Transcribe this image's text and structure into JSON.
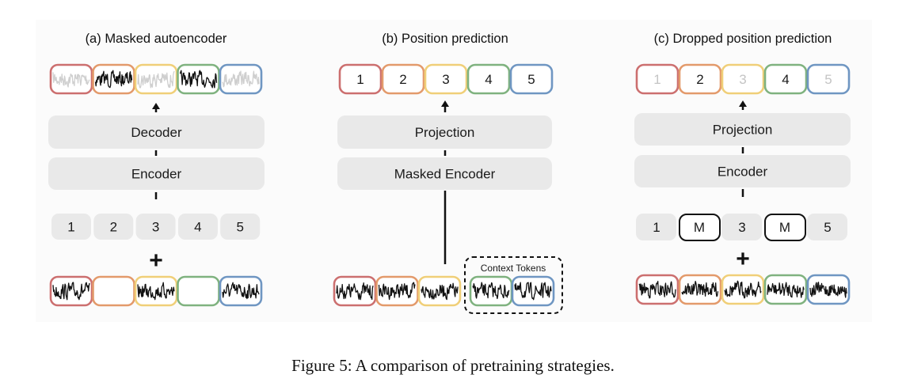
{
  "colors": {
    "token_borders": [
      "#cc6f6f",
      "#e39a6b",
      "#f0cf78",
      "#7fb27f",
      "#6f96c2"
    ],
    "block_fill": "#e9e9e9",
    "signal_black": "#111111",
    "signal_gray": "#cfcfcf",
    "faded_text": "#c4c4c4"
  },
  "panels": [
    {
      "title": "(a) Masked autoencoder",
      "output_row": {
        "signals": [
          "gray",
          "black",
          "gray",
          "black",
          "gray"
        ]
      },
      "blocks": [
        "Decoder",
        "Encoder"
      ],
      "position_row": [
        "1",
        "2",
        "3",
        "4",
        "5"
      ],
      "plus": "+",
      "input_row": {
        "signals": [
          "black",
          "empty",
          "black",
          "empty",
          "black"
        ]
      }
    },
    {
      "title": "(b) Position prediction",
      "output_row": {
        "labels": [
          "1",
          "2",
          "3",
          "4",
          "5"
        ]
      },
      "blocks": [
        "Projection",
        "Masked Encoder"
      ],
      "input_row": {
        "signals": [
          "black",
          "black",
          "black"
        ]
      },
      "context_label": "Context Tokens",
      "context_row": {
        "signals": [
          "black",
          "black"
        ]
      }
    },
    {
      "title": "(c) Dropped position prediction",
      "output_row": {
        "labels": [
          "1",
          "2",
          "3",
          "4",
          "5"
        ],
        "faded": [
          true,
          false,
          true,
          false,
          true
        ]
      },
      "blocks": [
        "Projection",
        "Encoder"
      ],
      "position_row": [
        "1",
        "M",
        "3",
        "M",
        "5"
      ],
      "masked_positions": [
        false,
        true,
        false,
        true,
        false
      ],
      "plus": "+",
      "input_row": {
        "signals": [
          "black",
          "black",
          "black",
          "black",
          "black"
        ]
      }
    }
  ],
  "caption": "Figure 5: A comparison of pretraining strategies."
}
